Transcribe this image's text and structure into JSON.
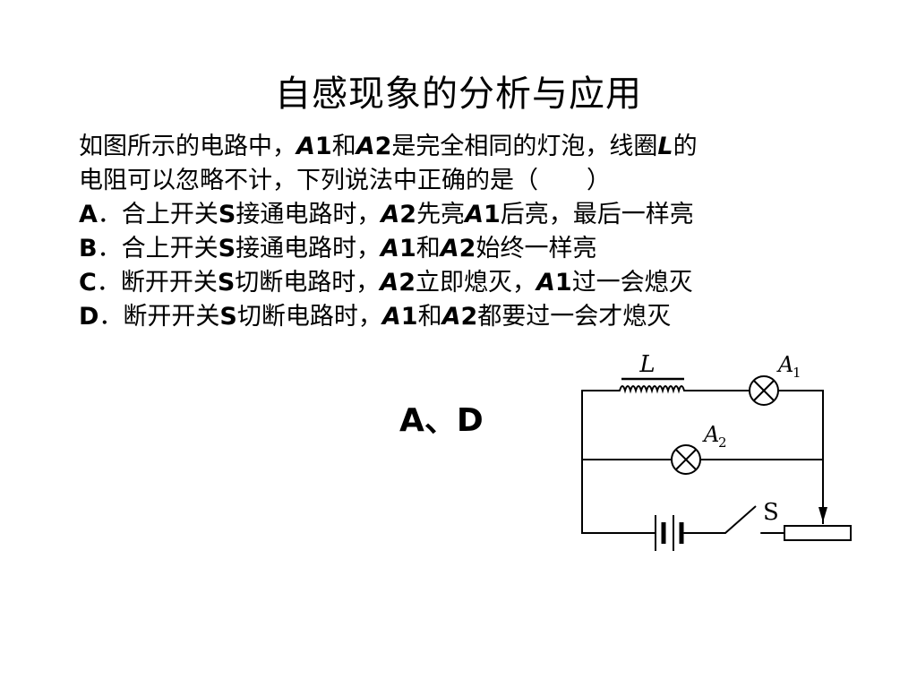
{
  "slide": {
    "title": "自感现象的分析与应用"
  },
  "question": {
    "stem_line1_part1": "如图所示的电路中，",
    "stem_line1_a1": "A",
    "stem_line1_a1_sub": "1",
    "stem_line1_and": "和",
    "stem_line1_a2": "A",
    "stem_line1_a2_sub": "2",
    "stem_line1_part2": "是完全相同的灯泡，线圈",
    "stem_line1_l": "L",
    "stem_line1_end": "的",
    "stem_line2": "电阻可以忽略不计，下列说法中正确的是（　　）",
    "options": [
      {
        "letter": "A",
        "sep": "．",
        "p1": "合上开关",
        "s": "S",
        "p2": "接通电路时，",
        "x1": "A",
        "x1n": "2",
        "p3": "先亮",
        "x2": "A",
        "x2n": "1",
        "p4": "后亮，最后一样亮"
      },
      {
        "letter": "B",
        "sep": "．",
        "p1": "合上开关",
        "s": "S",
        "p2": "接通电路时，",
        "x1": "A",
        "x1n": "1",
        "p3": "和",
        "x2": "A",
        "x2n": "2",
        "p4": "始终一样亮"
      },
      {
        "letter": "C",
        "sep": "．",
        "p1": "断开开关",
        "s": "S",
        "p2": "切断电路时，",
        "x1": "A",
        "x1n": "2",
        "p3": "立即熄灭，",
        "x2": "A",
        "x2n": "1",
        "p4": "过一会熄灭"
      },
      {
        "letter": "D",
        "sep": "．",
        "p1": "断开开关",
        "s": "S",
        "p2": "切断电路时，",
        "x1": "A",
        "x1n": "1",
        "p3": "和",
        "x2": "A",
        "x2n": "2",
        "p4": "都要过一会才熄灭"
      }
    ]
  },
  "answer": "A、D",
  "circuit": {
    "inductor_label": "L",
    "lamp1_label": "A",
    "lamp1_sub": "1",
    "lamp2_label": "A",
    "lamp2_sub": "2",
    "switch_label": "S"
  }
}
